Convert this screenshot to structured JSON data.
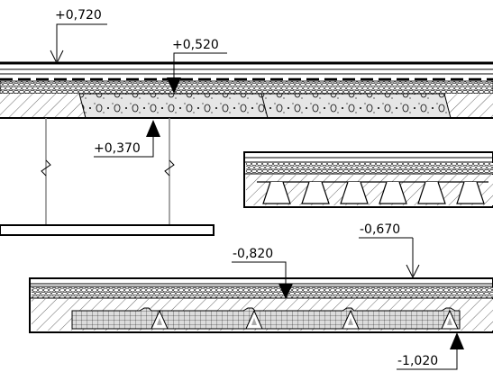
{
  "levels": {
    "top_finish": "+0,720",
    "top_structure": "+0,520",
    "top_underside": "+0,370",
    "bottom_finish": "-0,670",
    "bottom_structure": "-0,820",
    "bottom_underside": "-1,020"
  },
  "colors": {
    "line": "#000000",
    "background": "#ffffff",
    "fill_light": "#e6e6e6",
    "fill_mid": "#dcdcdc"
  }
}
